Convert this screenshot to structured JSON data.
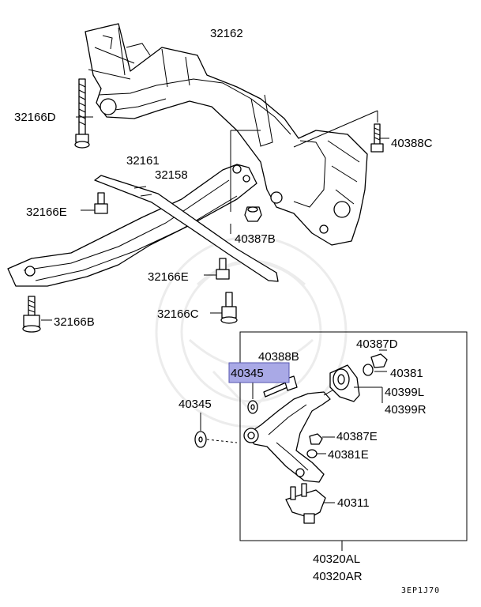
{
  "diagram": {
    "labels": {
      "p32162": "32162",
      "p32166D": "32166D",
      "p40388C": "40388C",
      "p32161": "32161",
      "p32158": "32158",
      "p32166E_left": "32166E",
      "p40387B": "40387B",
      "p32166E_mid": "32166E",
      "p32166B": "32166B",
      "p32166C": "32166C",
      "p40388B": "40388B",
      "p40387D": "40387D",
      "p40345_highlight": "40345",
      "p40381": "40381",
      "p40399L": "40399L",
      "p40399R": "40399R",
      "p40345": "40345",
      "p40387E": "40387E",
      "p40381E": "40381E",
      "p40311": "40311",
      "p40320AL": "40320AL",
      "p40320AR": "40320AR"
    },
    "diagram_code": "3EP1J70",
    "highlight_color": "#a9a9e6"
  }
}
